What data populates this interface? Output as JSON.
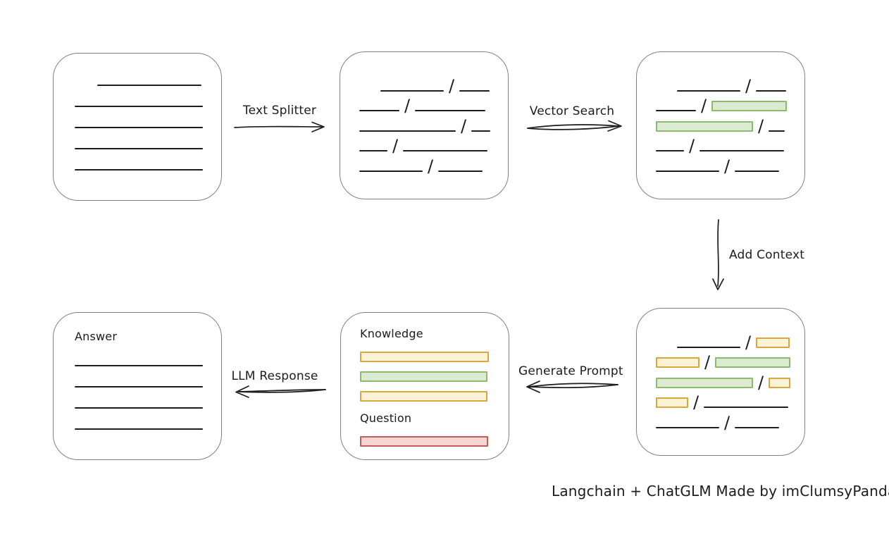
{
  "page": {
    "background": "#ffffff"
  },
  "colors": {
    "stroke": "#1c1c1c",
    "box_border": "#828282",
    "green_fill": "#dcead2",
    "green_stroke": "#8abb6e",
    "yellow_fill": "#fcf3d7",
    "yellow_stroke": "#d8a73e",
    "red_fill": "#f7d5d2",
    "red_stroke": "#c05f5a"
  },
  "arrows": {
    "text_splitter": {
      "label": "Text Splitter"
    },
    "vector_search": {
      "label": "Vector Search"
    },
    "add_context": {
      "label": "Add Context"
    },
    "generate_prompt": {
      "label": "Generate Prompt"
    },
    "llm_response": {
      "label": "LLM Response"
    }
  },
  "nodes": {
    "source_document": {
      "rows": [
        [
          {
            "t": "line",
            "w": 148,
            "ml": 32
          }
        ],
        [
          {
            "t": "line",
            "w": 182
          }
        ],
        [
          {
            "t": "line",
            "w": 182
          }
        ],
        [
          {
            "t": "line",
            "w": 182
          }
        ],
        [
          {
            "t": "line",
            "w": 182
          }
        ]
      ]
    },
    "split_document": {
      "rows": [
        [
          {
            "t": "line",
            "w": 90,
            "ml": 30
          },
          {
            "t": "slash"
          },
          {
            "t": "line",
            "w": 43
          }
        ],
        [
          {
            "t": "line",
            "w": 57
          },
          {
            "t": "slash"
          },
          {
            "t": "line",
            "w": 100
          }
        ],
        [
          {
            "t": "line",
            "w": 137
          },
          {
            "t": "slash"
          },
          {
            "t": "line",
            "w": 27
          }
        ],
        [
          {
            "t": "line",
            "w": 40
          },
          {
            "t": "slash"
          },
          {
            "t": "line",
            "w": 120
          }
        ],
        [
          {
            "t": "line",
            "w": 90
          },
          {
            "t": "slash"
          },
          {
            "t": "line",
            "w": 63
          }
        ]
      ]
    },
    "vector_matches": {
      "rows": [
        [
          {
            "t": "line",
            "w": 90,
            "ml": 30
          },
          {
            "t": "slash"
          },
          {
            "t": "line",
            "w": 43
          }
        ],
        [
          {
            "t": "line",
            "w": 57
          },
          {
            "t": "slash"
          },
          {
            "t": "green",
            "w": 107
          }
        ],
        [
          {
            "t": "green",
            "w": 138
          },
          {
            "t": "slash"
          },
          {
            "t": "line",
            "w": 23
          }
        ],
        [
          {
            "t": "line",
            "w": 40
          },
          {
            "t": "slash"
          },
          {
            "t": "line",
            "w": 120
          }
        ],
        [
          {
            "t": "line",
            "w": 90
          },
          {
            "t": "slash"
          },
          {
            "t": "line",
            "w": 63
          }
        ]
      ]
    },
    "context_document": {
      "rows": [
        [
          {
            "t": "line",
            "w": 90,
            "ml": 30
          },
          {
            "t": "slash"
          },
          {
            "t": "yellow",
            "w": 48
          }
        ],
        [
          {
            "t": "yellow",
            "w": 62
          },
          {
            "t": "slash"
          },
          {
            "t": "green",
            "w": 107
          }
        ],
        [
          {
            "t": "green",
            "w": 138
          },
          {
            "t": "slash"
          },
          {
            "t": "yellow",
            "w": 31
          }
        ],
        [
          {
            "t": "yellow",
            "w": 46
          },
          {
            "t": "slash"
          },
          {
            "t": "line",
            "w": 120
          }
        ],
        [
          {
            "t": "line",
            "w": 90
          },
          {
            "t": "slash"
          },
          {
            "t": "line",
            "w": 63
          }
        ]
      ]
    },
    "prompt": {
      "knowledge_label": "Knowledge",
      "question_label": "Question",
      "knowledge_rows": [
        [
          {
            "t": "yellow",
            "w": 183
          }
        ],
        [
          {
            "t": "green",
            "w": 181
          }
        ],
        [
          {
            "t": "yellow",
            "w": 181
          }
        ]
      ],
      "question_rows": [
        [
          {
            "t": "red",
            "w": 182
          }
        ]
      ]
    },
    "answer": {
      "label": "Answer",
      "rows": [
        [
          {
            "t": "line",
            "w": 182
          }
        ],
        [
          {
            "t": "line",
            "w": 182
          }
        ],
        [
          {
            "t": "line",
            "w": 182
          }
        ],
        [
          {
            "t": "line",
            "w": 182
          }
        ]
      ]
    }
  },
  "footer": {
    "credit": "Langchain + ChatGLM Made by imClumsyPanda"
  }
}
